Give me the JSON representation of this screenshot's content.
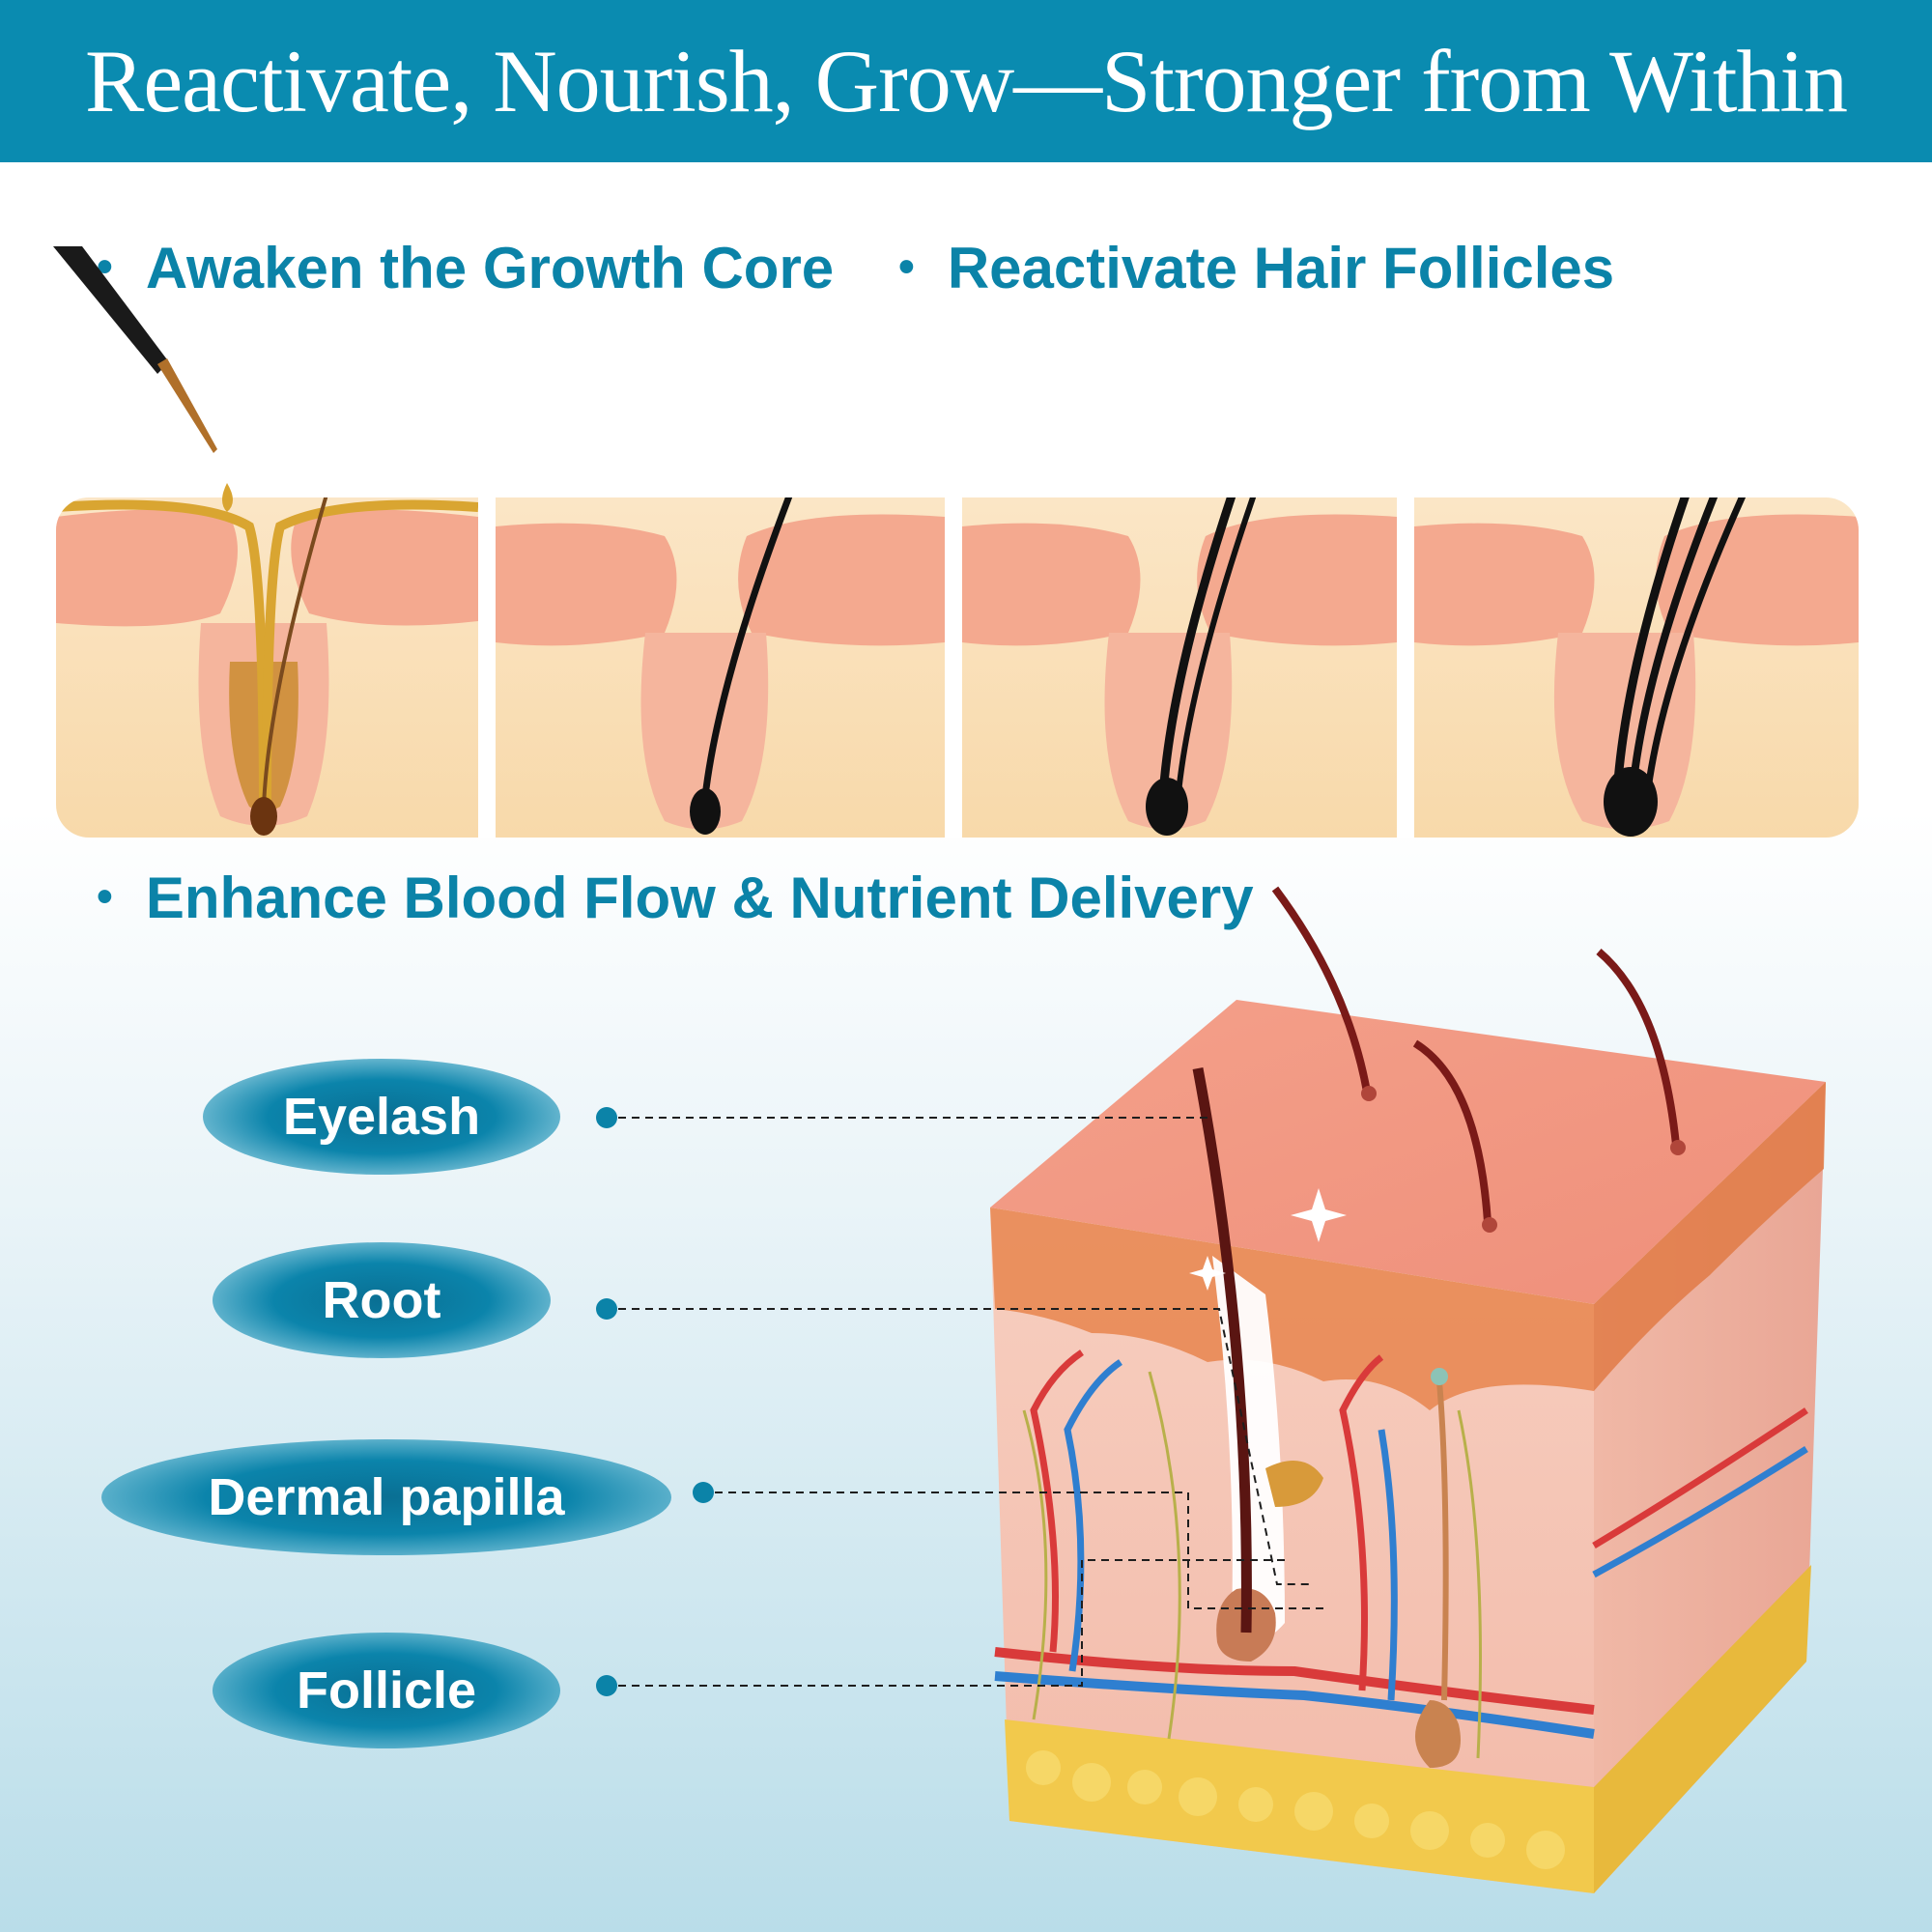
{
  "banner": {
    "title": "Reactivate, Nourish, Grow—Stronger from Within"
  },
  "bullets": {
    "b1": "Awaken the Growth Core",
    "b2": "Reactivate Hair Follicles",
    "b3": "Enhance Blood Flow & Nutrient Delivery",
    "dot": "•"
  },
  "labels": {
    "eyelash": "Eyelash",
    "root": "Root",
    "papilla": "Dermal papilla",
    "follicle": "Follicle"
  },
  "colors": {
    "brand": "#0a8bb0",
    "accent_text": "#0b83a8",
    "skin_top": "#f2a18c",
    "skin_dermis": "#f6d2bf",
    "fat": "#f2c94c",
    "artery": "#d93a3a",
    "vein": "#2f7fd0",
    "hair": "#5a1512"
  }
}
